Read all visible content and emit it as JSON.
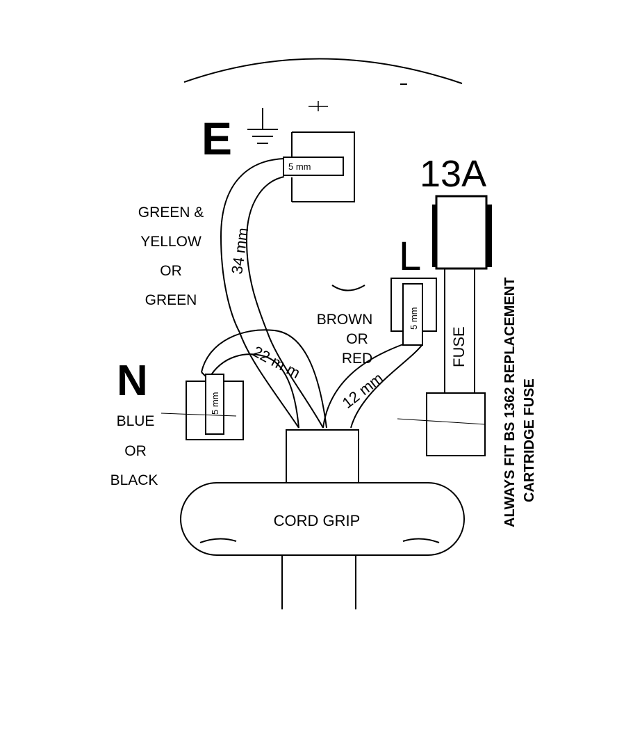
{
  "terminals": {
    "earth": {
      "letter": "E",
      "strip": "5 mm",
      "colour_lines": [
        "GREEN &",
        "YELLOW",
        "OR",
        "GREEN"
      ],
      "wire_length": "34 mm"
    },
    "neutral": {
      "letter": "N",
      "strip": "5 mm",
      "colour_lines": [
        "BLUE",
        "OR",
        "BLACK"
      ],
      "wire_length": "22 m m"
    },
    "live": {
      "letter": "L",
      "strip": "5 mm",
      "colour_lines": [
        "BROWN",
        "OR",
        "RED"
      ],
      "wire_length": "12 mm"
    }
  },
  "fuse": {
    "rating": "13A",
    "label": "FUSE",
    "note_lines": [
      "ALWAYS FIT BS 1362 REPLACEMENT",
      "CARTRIDGE FUSE"
    ]
  },
  "cord_grip": {
    "label": "CORD GRIP"
  },
  "colors": {
    "ink": "#000000",
    "paper": "#ffffff"
  }
}
